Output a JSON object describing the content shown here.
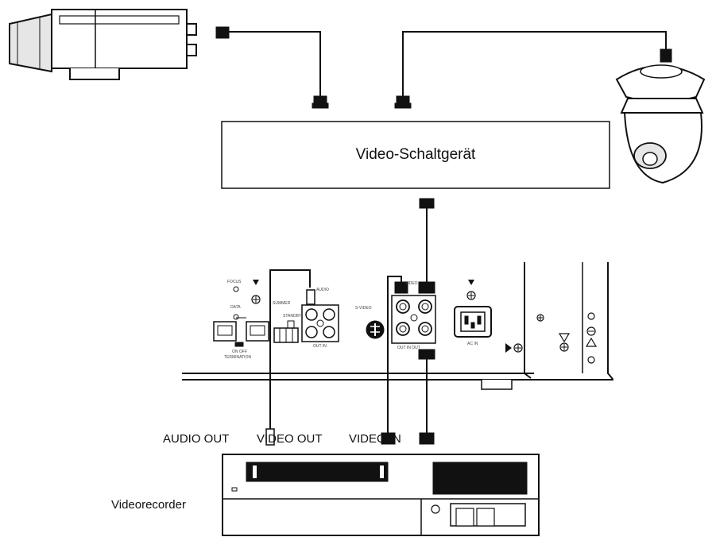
{
  "switcher": {
    "label": "Video-Schaltgerät"
  },
  "connectors": {
    "audio_out": "AUDIO OUT",
    "video_out": "VIDEO OUT",
    "video_in": "VIDEO IN"
  },
  "recorder": {
    "label": "Videorecorder"
  },
  "colors": {
    "line": "#111111",
    "fill": "#ffffff",
    "shade": "#e6e6e6"
  }
}
